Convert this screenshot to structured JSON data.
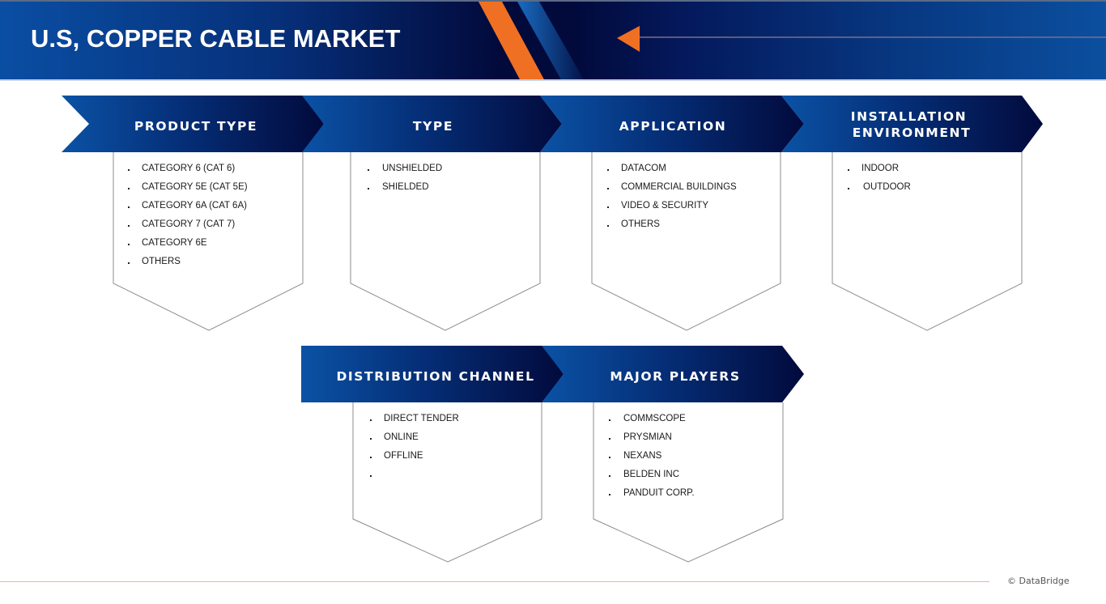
{
  "header": {
    "title": "U.S, COPPER CABLE MARKET",
    "colors": {
      "navy": "#020a3c",
      "blue": "#0b4f9f",
      "orange": "#f07023"
    }
  },
  "segments": [
    {
      "title": "PRODUCT TYPE",
      "items": [
        "CATEGORY 6 (CAT 6)",
        "CATEGORY 5E (CAT 5E)",
        "CATEGORY 6A (CAT 6A)",
        "CATEGORY 7 (CAT 7)",
        "CATEGORY 6E",
        "OTHERS"
      ]
    },
    {
      "title": "TYPE",
      "items": [
        "UNSHIELDED",
        "SHIELDED"
      ]
    },
    {
      "title": "APPLICATION",
      "items": [
        "DATACOM",
        "COMMERCIAL BUILDINGS",
        "VIDEO & SECURITY",
        "OTHERS"
      ]
    },
    {
      "title_line1": "INSTALLATION",
      "title_line2": "ENVIRONMENT",
      "items": [
        "INDOOR",
        "OUTDOOR"
      ]
    },
    {
      "title": "DISTRIBUTION CHANNEL",
      "items": [
        "DIRECT TENDER",
        "ONLINE",
        "OFFLINE",
        ""
      ]
    },
    {
      "title": "MAJOR PLAYERS",
      "items": [
        "COMMSCOPE",
        "PRYSMIAN",
        "NEXANS",
        "BELDEN INC",
        "PANDUIT CORP."
      ]
    }
  ],
  "footer": {
    "credit": "© DataBridge"
  }
}
